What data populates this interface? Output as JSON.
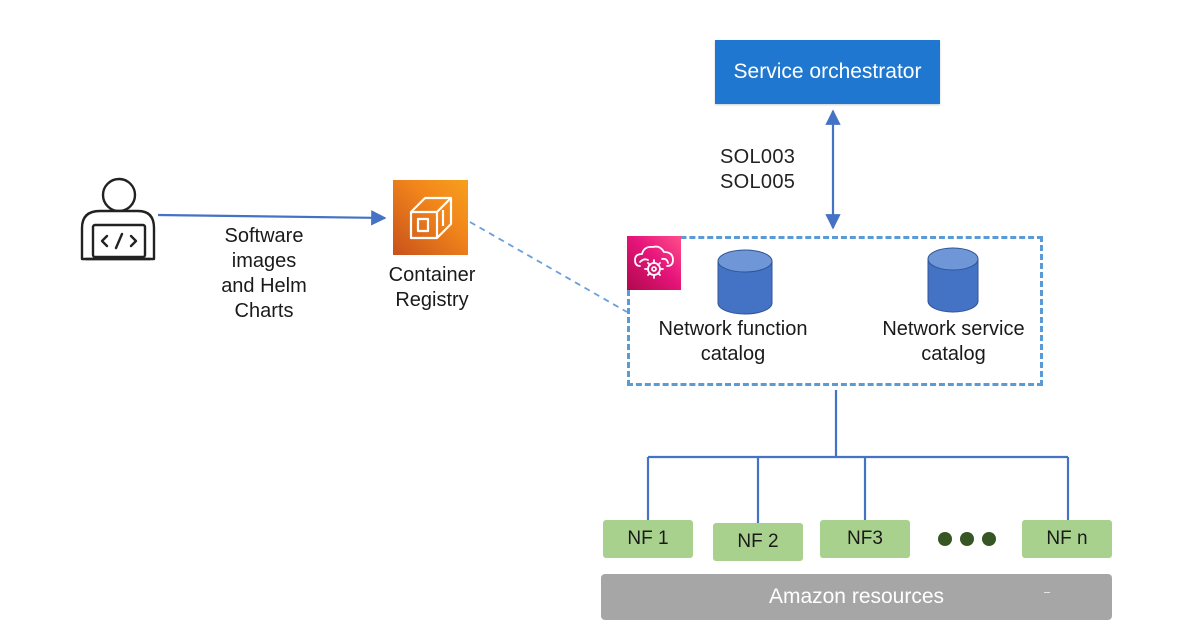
{
  "orchestrator": {
    "label": "Service orchestrator"
  },
  "interfaces": {
    "line1": "SOL003",
    "line2": "SOL005"
  },
  "developer": {
    "icon": "developer-laptop-icon",
    "artifacts": [
      "Software",
      "images",
      "and Helm",
      "Charts"
    ]
  },
  "registry": {
    "icon": "container-registry-icon",
    "label": [
      "Container",
      "Registry"
    ]
  },
  "catalog": {
    "icon": "telco-network-builder-icon",
    "function_catalog": [
      "Network function",
      "catalog"
    ],
    "service_catalog": [
      "Network service",
      "catalog"
    ]
  },
  "network_functions": [
    "NF 1",
    "NF 2",
    "NF3",
    "NF n"
  ],
  "resources": {
    "label": "Amazon resources"
  },
  "colors": {
    "orchestrator": "#1f77cf",
    "connector": "#4472c4",
    "catalog_border": "#5b9bd5",
    "database": "#4472c4",
    "nf_box": "#a9d18e",
    "ellipsis": "#375623",
    "resources_bar": "#a6a6a6",
    "registry_icon": "#f1851b",
    "tnb_icon": "#e7157b"
  }
}
